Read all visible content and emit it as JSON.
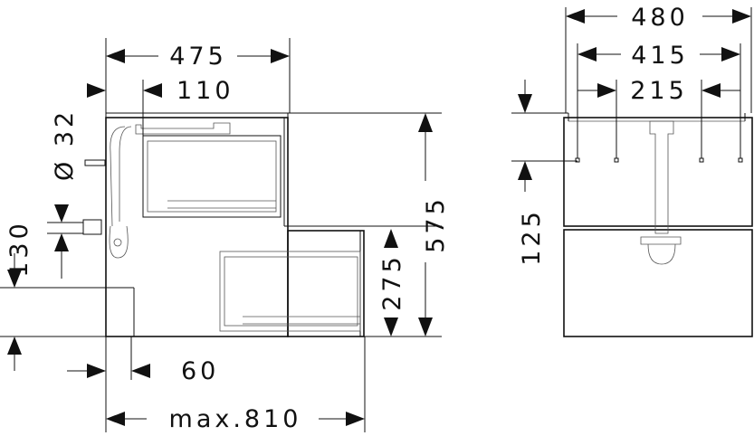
{
  "dimensions": {
    "width_total": "480",
    "width_drawer": "415",
    "width_inner": "215",
    "cabinet_width": "475",
    "siphon_offset": "110",
    "pipe_diameter": "Ø 32",
    "inlet_height": "130",
    "overall_height": "575",
    "drawer_height": "275",
    "top_panel_height": "125",
    "base_offset": "60",
    "max_extension": "max.810"
  }
}
